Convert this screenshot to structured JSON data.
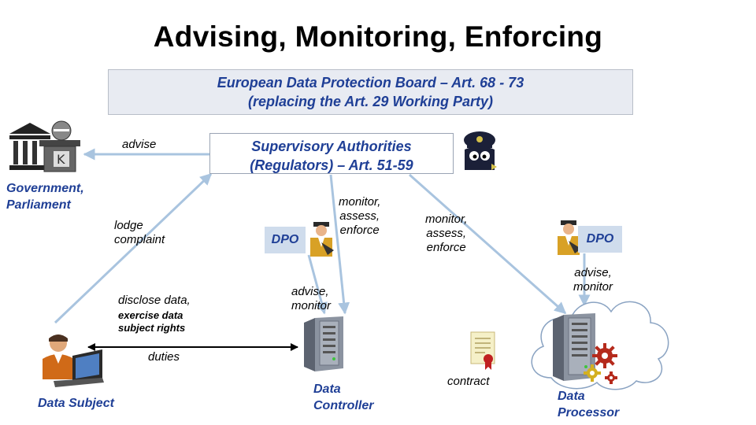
{
  "title": "Advising, Monitoring, Enforcing",
  "edpb": {
    "line1": "European Data Protection Board – Art. 68 - 73",
    "line2": "(replacing the Art. 29 Working Party)"
  },
  "supervisory": {
    "line1": "Supervisory Authorities",
    "line2": "(Regulators) – Art. 51-59"
  },
  "government": {
    "line1": "Government,",
    "line2": "Parliament"
  },
  "labels": {
    "advise": "advise",
    "lodge_1": "lodge",
    "lodge_2": "complaint",
    "monitor_left_1": "monitor,",
    "monitor_left_2": "assess,",
    "monitor_left_3": "enforce",
    "monitor_right_1": "monitor,",
    "monitor_right_2": "assess,",
    "monitor_right_3": "enforce",
    "disclose": "disclose data,",
    "exercise_1": "exercise data",
    "exercise_2": "subject rights",
    "advise_monitor_left_1": "advise,",
    "advise_monitor_left_2": "monitor",
    "advise_monitor_right_1": "advise,",
    "advise_monitor_right_2": "monitor",
    "duties": "duties",
    "contract": "contract"
  },
  "dpo_left": "DPO",
  "dpo_right": "DPO",
  "data_subject": "Data Subject",
  "data_controller": {
    "line1": "Data",
    "line2": "Controller"
  },
  "data_processor": {
    "line1": "Data",
    "line2": "Processor"
  },
  "colors": {
    "accent": "#1f3f96",
    "arrow": "#a9c4df",
    "box_fill": "#e8ebf2",
    "dpo_fill": "#cfdcec"
  },
  "icons": [
    "government-building-icon",
    "regulator-police-icon",
    "dpo-officer-icon",
    "data-subject-laptop-icon",
    "server-icon",
    "contract-document-icon",
    "gears-icon",
    "cloud-icon"
  ]
}
